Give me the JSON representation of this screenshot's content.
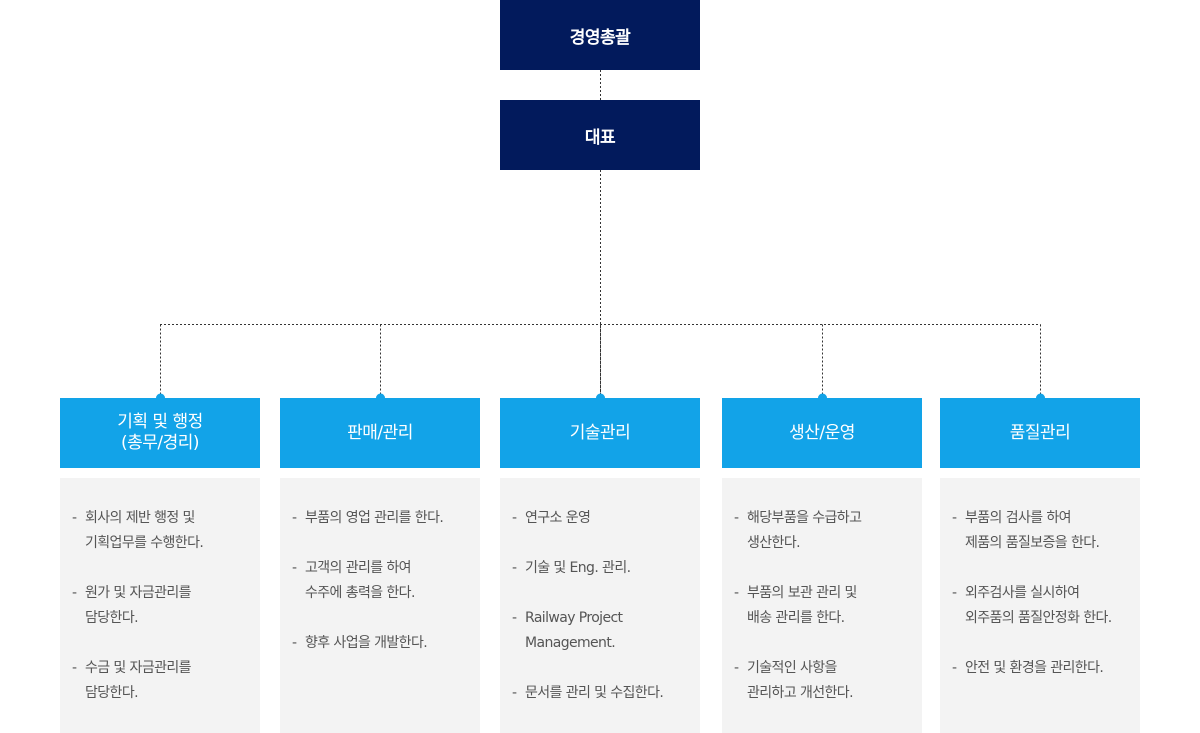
{
  "colors": {
    "top_box": "#021a5c",
    "dept_head": "#12a3e8",
    "dept_body": "#f3f3f3",
    "connector": "#333333",
    "dot": "#12a3e8"
  },
  "top": {
    "general": "경영총괄",
    "ceo": "대표"
  },
  "departments": [
    {
      "title_lines": [
        "기획 및 행정",
        "(총무/경리)"
      ],
      "items": [
        {
          "lines": [
            "회사의 제반 행정 및",
            "기획업무를 수행한다."
          ]
        },
        {
          "lines": [
            "원가 및 자금관리를",
            "담당한다."
          ]
        },
        {
          "lines": [
            "수금 및 자금관리를",
            "담당한다."
          ]
        }
      ]
    },
    {
      "title_lines": [
        "판매/관리"
      ],
      "items": [
        {
          "lines": [
            "부품의 영업 관리를 한다."
          ]
        },
        {
          "lines": [
            "고객의 관리를 하여",
            "수주에 총력을 한다."
          ]
        },
        {
          "lines": [
            "향후 사업을 개발한다."
          ]
        }
      ]
    },
    {
      "title_lines": [
        "기술관리"
      ],
      "items": [
        {
          "lines": [
            "연구소 운영"
          ]
        },
        {
          "lines": [
            "기술 및 Eng. 관리."
          ]
        },
        {
          "lines": [
            "Railway Project",
            "Management."
          ]
        },
        {
          "lines": [
            "문서를 관리 및 수집한다."
          ]
        }
      ]
    },
    {
      "title_lines": [
        "생산/운영"
      ],
      "items": [
        {
          "lines": [
            "해당부품을 수급하고",
            "생산한다."
          ]
        },
        {
          "lines": [
            "부품의 보관 관리 및",
            "배송 관리를 한다."
          ]
        },
        {
          "lines": [
            "기술적인 사항을",
            "관리하고 개선한다."
          ]
        }
      ]
    },
    {
      "title_lines": [
        "품질관리"
      ],
      "items": [
        {
          "lines": [
            "부품의 검사를 하여",
            "제품의 품질보증을 한다."
          ]
        },
        {
          "lines": [
            "외주검사를 실시하여",
            "외주품의 품질안정화 한다."
          ]
        },
        {
          "lines": [
            "안전 및 환경을 관리한다."
          ]
        }
      ]
    }
  ]
}
